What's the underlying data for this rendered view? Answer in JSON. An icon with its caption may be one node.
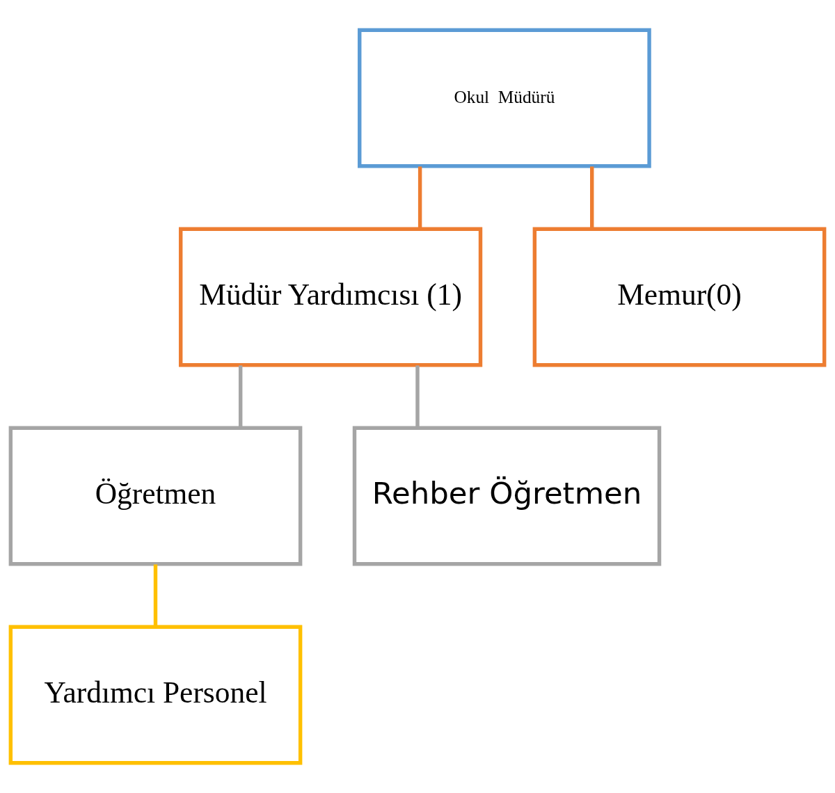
{
  "diagram": {
    "nodes": [
      {
        "text": [
          "Okul  Müdürü"
        ]
      },
      {
        "text": [
          "Müdür Yardımcısı (1)"
        ]
      },
      {
        "text": [
          "Öğretmen"
        ]
      },
      {
        "text": [
          "Rehber Öğretmen"
        ]
      },
      {
        "text": [
          "Yardımcı Personel"
        ]
      },
      {
        "text": [
          "Memur(0)"
        ]
      }
    ],
    "edges": [
      {
        "from": 0,
        "to": 1,
        "arrow": "none",
        "color": "#ed7d31"
      },
      {
        "from": 0,
        "to": 5,
        "arrow": "none",
        "color": "#ed7d31"
      },
      {
        "from": 1,
        "to": 2,
        "arrow": "none",
        "color": "#a5a5a5"
      },
      {
        "from": 1,
        "to": 3,
        "arrow": "none",
        "color": "#a5a5a5"
      },
      {
        "from": 2,
        "to": 4,
        "arrow": "none",
        "color": "#ffc000"
      }
    ]
  }
}
